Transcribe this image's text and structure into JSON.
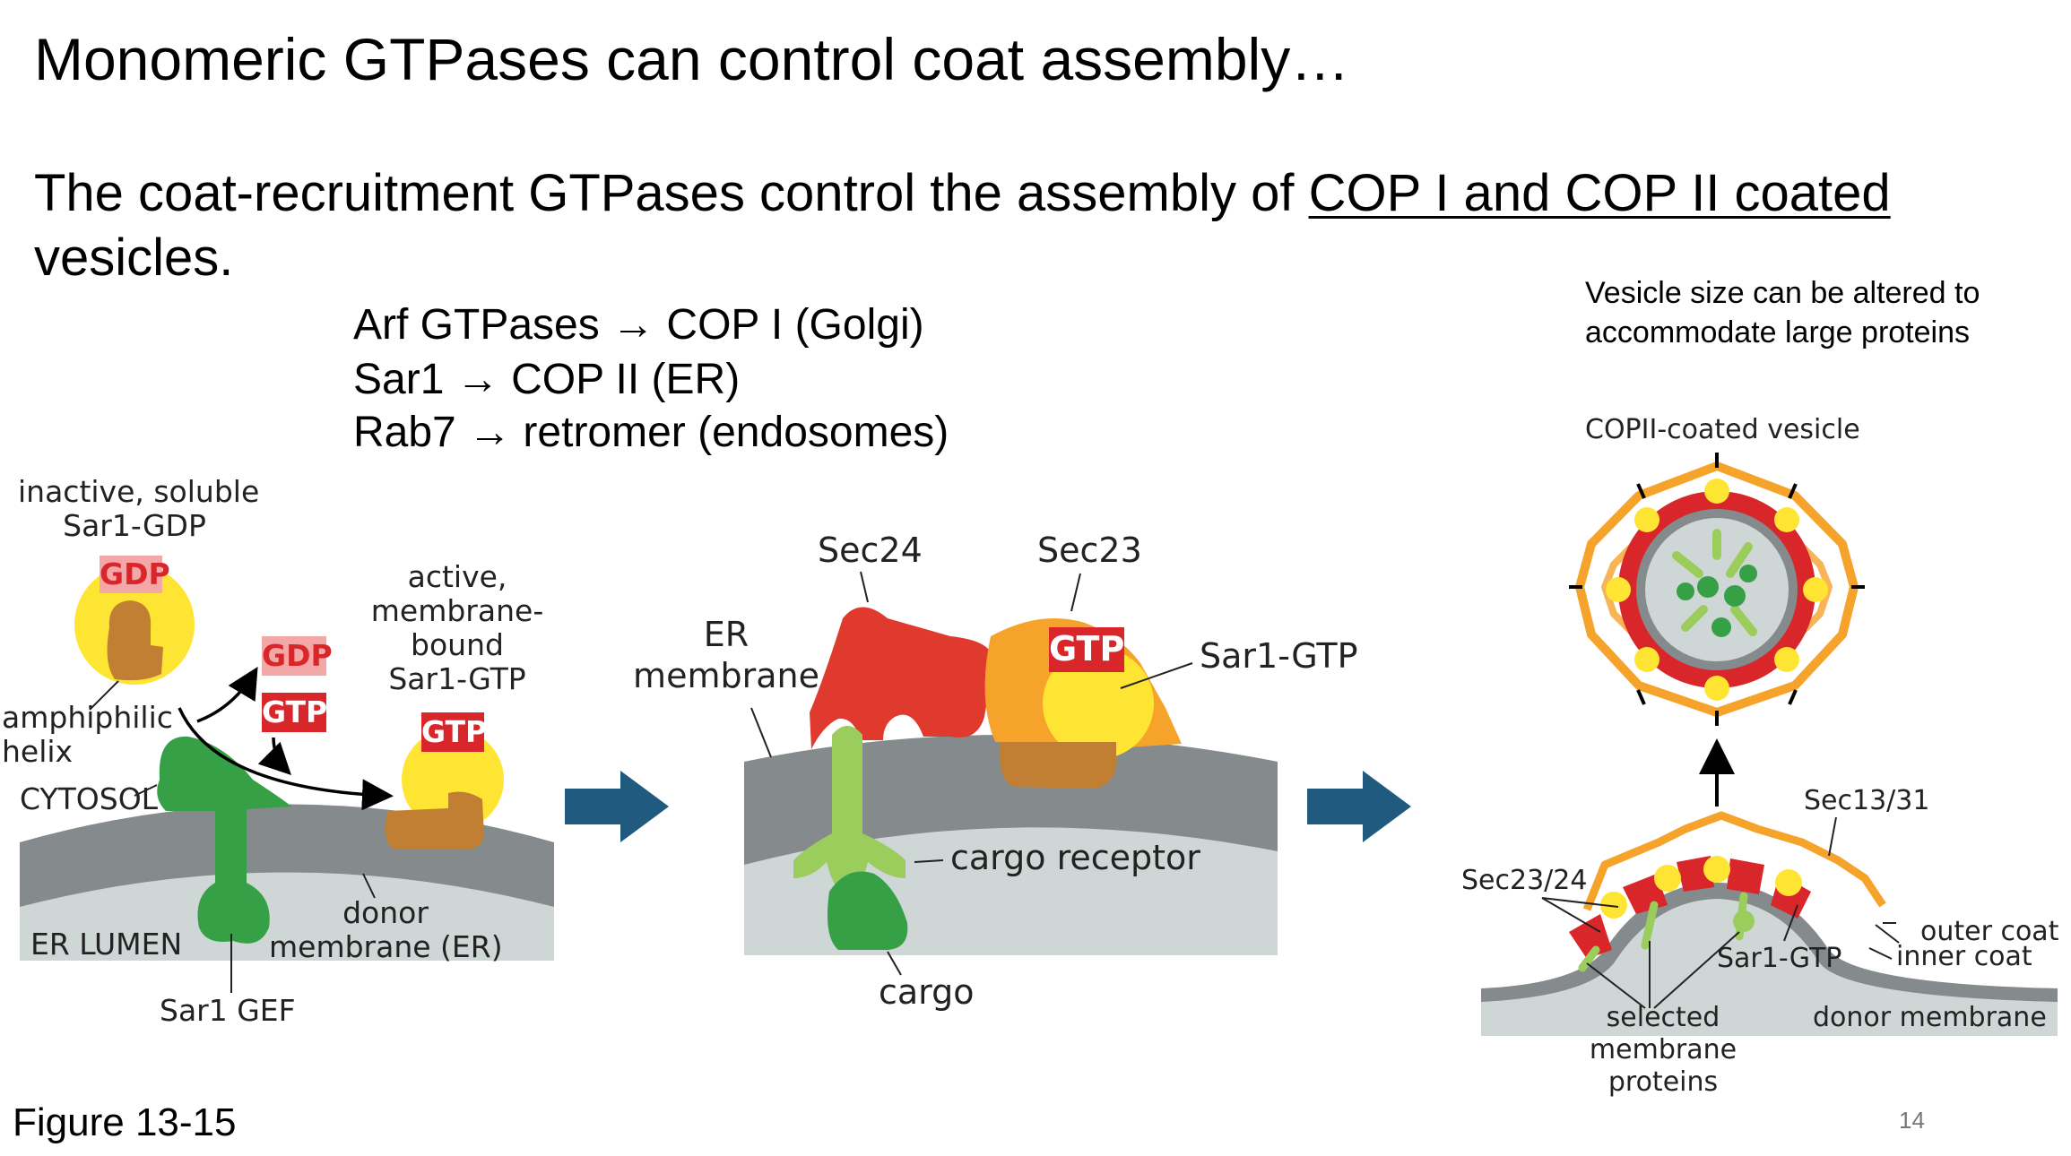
{
  "slide": {
    "title": "Monomeric GTPases can control coat assembly…",
    "subtitle_prefix": "The coat-recruitment GTPases control the assembly of ",
    "subtitle_underlined": "COP I and COP II coated",
    "subtitle_suffix": "vesicles.",
    "rules": [
      "Arf GTPases → COP I (Golgi)",
      "Sar1 → COP II (ER)",
      "Rab7 → retromer (endosomes)"
    ],
    "note_line1": "Vesicle size can be altered to",
    "note_line2": "accommodate large proteins",
    "figure_label": "Figure 13-15",
    "page_number": "14"
  },
  "panel1": {
    "inactive_line1": "inactive, soluble",
    "inactive_line2": "Sar1-GDP",
    "gdp_tag": "GDP",
    "gdp_out_tag": "GDP",
    "gtp_in_tag": "GTP",
    "active_line1": "active,",
    "active_line2": "membrane-",
    "active_line3": "bound",
    "active_line4": "Sar1-GTP",
    "gtp_tag": "GTP",
    "amphiphilic_line1": "amphiphilic",
    "amphiphilic_line2": "helix",
    "cytosol": "CYTOSOL",
    "er_lumen": "ER LUMEN",
    "donor_line1": "donor",
    "donor_line2": "membrane (ER)",
    "gef": "Sar1 GEF"
  },
  "panel2": {
    "sec24": "Sec24",
    "sec23": "Sec23",
    "er_line1": "ER",
    "er_line2": "membrane",
    "gtp_tag": "GTP",
    "sar1_gtp": "Sar1-GTP",
    "cargo_receptor": "cargo receptor",
    "cargo": "cargo"
  },
  "panel3": {
    "vesicle_label": "COPII-coated vesicle",
    "sec13_31": "Sec13/31",
    "sec23_24": "Sec23/24",
    "outer_coat": "outer coat",
    "inner_coat": "inner coat",
    "sar1_gtp": "Sar1-GTP",
    "selected_line1": "selected",
    "selected_line2": "membrane",
    "selected_line3": "proteins",
    "donor_membrane": "donor membrane"
  },
  "colors": {
    "gtp_red": "#d9262a",
    "gdp_pink": "#f3a7a7",
    "sar1_yellow": "#ffe533",
    "sar1_brown": "#c07f33",
    "gef_green": "#35a046",
    "receptor_green": "#9acd5c",
    "sec24_red": "#e03a2e",
    "sec23_orange": "#f5a32a",
    "membrane_dark": "#858a8c",
    "lumen_light": "#cfd6d6",
    "arrow_blue": "#205a7e"
  }
}
